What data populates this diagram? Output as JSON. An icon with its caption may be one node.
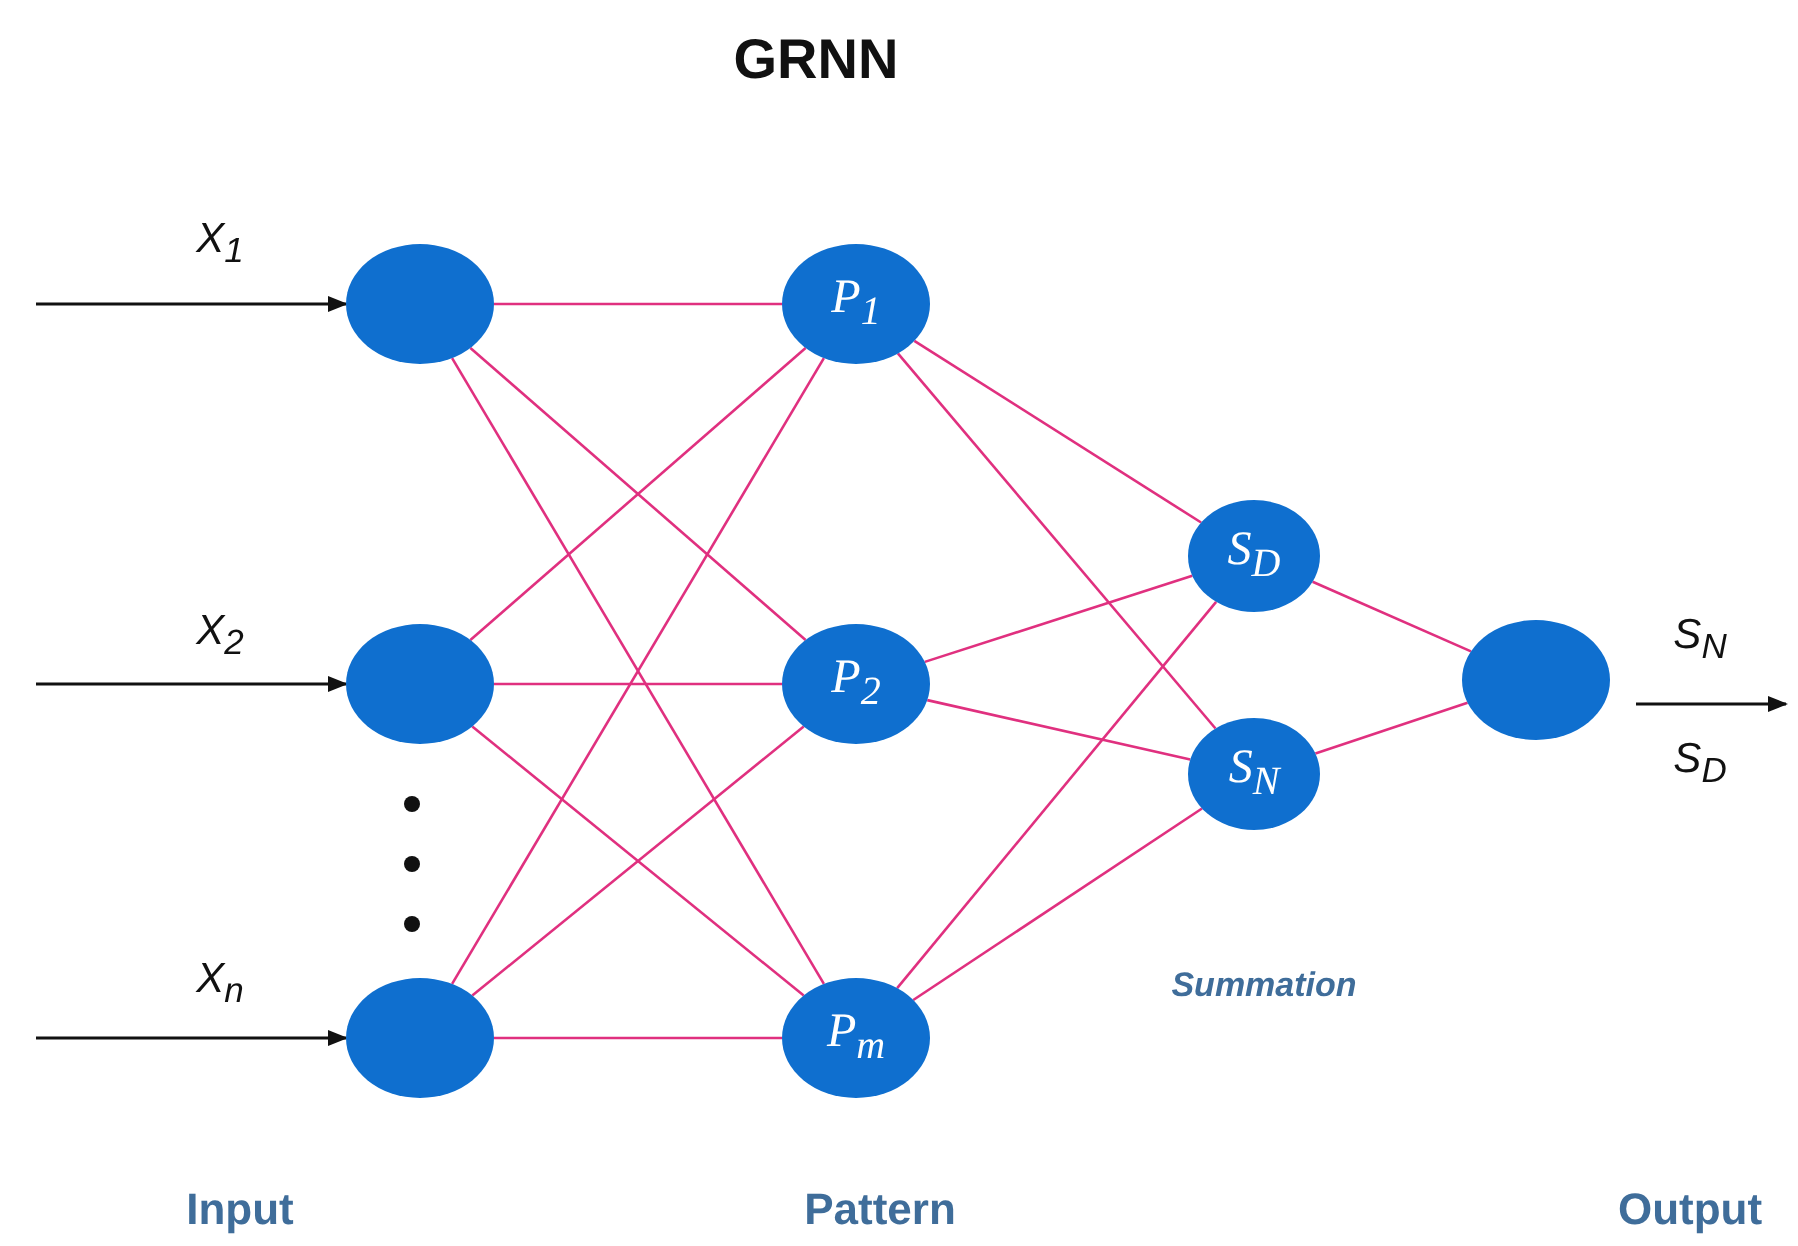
{
  "diagram": {
    "title": "GRNN",
    "nodes": [
      {
        "text": [],
        "shape": "circle"
      },
      {
        "text": [],
        "shape": "circle"
      },
      {
        "text": [],
        "shape": "circle"
      },
      {
        "text": [
          "P$_{1}$"
        ]
      },
      {
        "text": [
          "P$_{2}$"
        ]
      },
      {
        "text": [
          "P$_{m}$"
        ]
      },
      {
        "text": [
          "S$_{D}$"
        ]
      },
      {
        "text": [
          "S$_{N}$"
        ]
      },
      {
        "text": [],
        "shape": "circle"
      }
    ],
    "edges": [
      {
        "from": null,
        "to": 0,
        "arrow": "to",
        "label": "X$_{1}$",
        "color": "#111111"
      },
      {
        "from": null,
        "to": 1,
        "arrow": "to",
        "label": "X$_{2}$",
        "color": "#111111"
      },
      {
        "from": null,
        "to": 2,
        "arrow": "to",
        "label": "X$_{n}$",
        "color": "#111111"
      },
      {
        "from": 0,
        "to": 3,
        "arrow": "none"
      },
      {
        "from": 0,
        "to": 4,
        "arrow": "none"
      },
      {
        "from": 0,
        "to": 5,
        "arrow": "none"
      },
      {
        "from": 1,
        "to": 3,
        "arrow": "none"
      },
      {
        "from": 1,
        "to": 4,
        "arrow": "none"
      },
      {
        "from": 1,
        "to": 5,
        "arrow": "none"
      },
      {
        "from": 2,
        "to": 3,
        "arrow": "none"
      },
      {
        "from": 2,
        "to": 4,
        "arrow": "none"
      },
      {
        "from": 2,
        "to": 5,
        "arrow": "none"
      },
      {
        "from": 3,
        "to": 6,
        "arrow": "none"
      },
      {
        "from": 3,
        "to": 7,
        "arrow": "none"
      },
      {
        "from": 4,
        "to": 6,
        "arrow": "none"
      },
      {
        "from": 4,
        "to": 7,
        "arrow": "none"
      },
      {
        "from": 5,
        "to": 6,
        "arrow": "none"
      },
      {
        "from": 5,
        "to": 7,
        "arrow": "none"
      },
      {
        "from": 6,
        "to": 8,
        "arrow": "none"
      },
      {
        "from": 7,
        "to": 8,
        "arrow": "none"
      },
      {
        "from": 8,
        "to": null,
        "arrow": "to",
        "label": "S$_{N}$",
        "color": "#111111"
      }
    ],
    "labels": [
      "S$_{D}$",
      "Summation",
      "Input",
      "Pattern",
      "Output"
    ]
  }
}
